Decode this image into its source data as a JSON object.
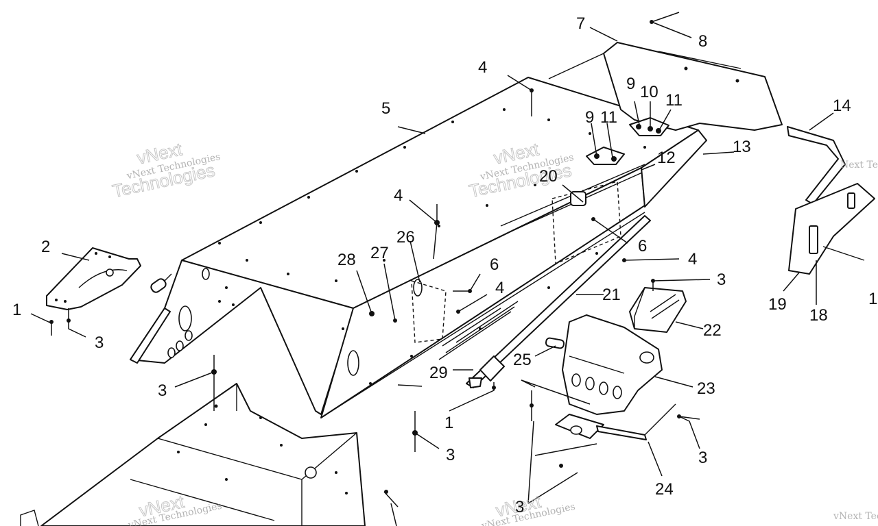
{
  "diagram": {
    "background": "#ffffff",
    "ink": "#111111",
    "callouts": [
      {
        "id": "c1a",
        "label": "1"
      },
      {
        "id": "c1b",
        "label": "1"
      },
      {
        "id": "c2",
        "label": "2"
      },
      {
        "id": "c3a",
        "label": "3"
      },
      {
        "id": "c3b",
        "label": "3"
      },
      {
        "id": "c3c",
        "label": "3"
      },
      {
        "id": "c3d",
        "label": "3"
      },
      {
        "id": "c3e",
        "label": "3"
      },
      {
        "id": "c3f",
        "label": "3"
      },
      {
        "id": "c4a",
        "label": "4"
      },
      {
        "id": "c4b",
        "label": "4"
      },
      {
        "id": "c4c",
        "label": "4"
      },
      {
        "id": "c4d",
        "label": "4"
      },
      {
        "id": "c5",
        "label": "5"
      },
      {
        "id": "c6a",
        "label": "6"
      },
      {
        "id": "c6b",
        "label": "6"
      },
      {
        "id": "c7",
        "label": "7"
      },
      {
        "id": "c8",
        "label": "8"
      },
      {
        "id": "c9a",
        "label": "9"
      },
      {
        "id": "c9b",
        "label": "9"
      },
      {
        "id": "c10",
        "label": "10"
      },
      {
        "id": "c11a",
        "label": "11"
      },
      {
        "id": "c11b",
        "label": "11"
      },
      {
        "id": "c12",
        "label": "12"
      },
      {
        "id": "c13",
        "label": "13"
      },
      {
        "id": "c14",
        "label": "14"
      },
      {
        "id": "c18",
        "label": "18"
      },
      {
        "id": "c19",
        "label": "19"
      },
      {
        "id": "c1c",
        "label": "1"
      },
      {
        "id": "c20",
        "label": "20"
      },
      {
        "id": "c21",
        "label": "21"
      },
      {
        "id": "c22",
        "label": "22"
      },
      {
        "id": "c23",
        "label": "23"
      },
      {
        "id": "c24",
        "label": "24"
      },
      {
        "id": "c25",
        "label": "25"
      },
      {
        "id": "c26",
        "label": "26"
      },
      {
        "id": "c27",
        "label": "27"
      },
      {
        "id": "c28",
        "label": "28"
      },
      {
        "id": "c29",
        "label": "29"
      }
    ],
    "watermark": {
      "line1": "vNext",
      "line2": "Technologies",
      "line3": "vNext Technologies",
      "partial1": "Next Te",
      "partial2": "vNext Tec"
    }
  }
}
